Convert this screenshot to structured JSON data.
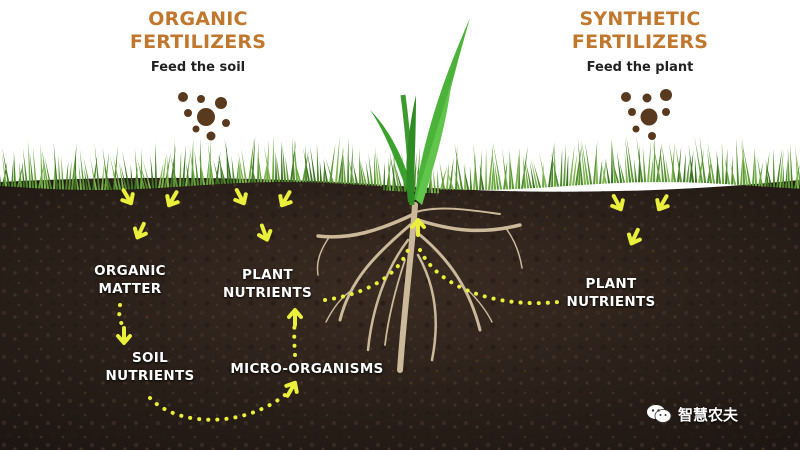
{
  "left_header": {
    "title_line1": "ORGANIC",
    "title_line2": "FERTILIZERS",
    "subtitle": "Feed the soil"
  },
  "right_header": {
    "title_line1": "SYNTHETIC",
    "title_line2": "FERTILIZERS",
    "subtitle": "Feed the plant"
  },
  "labels": {
    "organic_matter_1": "ORGANIC",
    "organic_matter_2": "MATTER",
    "soil_nutrients_1": "SOIL",
    "soil_nutrients_2": "NUTRIENTS",
    "plant_nutrients_left_1": "PLANT",
    "plant_nutrients_left_2": "NUTRIENTS",
    "micro_organisms": "MICRO-ORGANISMS",
    "plant_nutrients_right_1": "PLANT",
    "plant_nutrients_right_2": "NUTRIENTS"
  },
  "watermark": {
    "text": "智慧农夫",
    "icon": "wechat-icon"
  },
  "colors": {
    "header_orange": "#c0772e",
    "arrow_yellow": "#e9ef3a",
    "soil": "#2c211a",
    "grass": "#5f9a3a",
    "root": "#c9b99b",
    "granule": "#5a3a1e"
  }
}
